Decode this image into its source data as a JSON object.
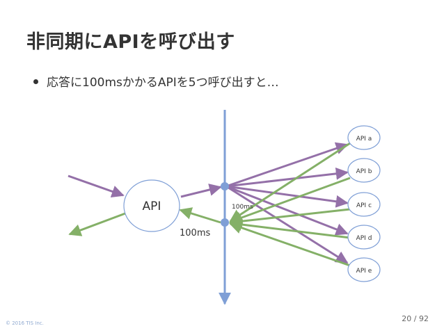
{
  "slide": {
    "title": "非同期にAPIを呼び出す",
    "bullet": "応答に100msかかるAPIを5つ呼び出すと…"
  },
  "diagram": {
    "central_node_label": "API",
    "timing_label_main": "100ms",
    "timing_label_parallel": "100ms",
    "api_nodes": [
      {
        "label": "API a"
      },
      {
        "label": "API b"
      },
      {
        "label": "API c"
      },
      {
        "label": "API d"
      },
      {
        "label": "API e"
      }
    ],
    "colors": {
      "request": "#9470a8",
      "response": "#84b067",
      "timeline": "#7f9fd6",
      "node_border": "#7f9fd6"
    }
  },
  "footer": {
    "copyright": "© 2016 TIS Inc.",
    "page": "20 / 92"
  }
}
